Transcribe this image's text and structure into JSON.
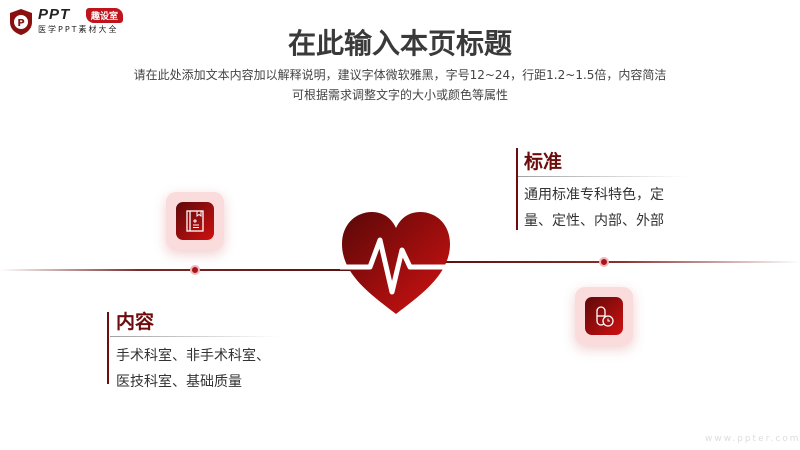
{
  "logo": {
    "brand": "PPT",
    "badge": "趣设室",
    "tagline": "医学PPT素材大全"
  },
  "header": {
    "title": "在此输入本页标题",
    "subtitle_line1": "请在此处添加文本内容加以解释说明，建议字体微软雅黑，字号12~24，行距1.2~1.5倍，内容简洁",
    "subtitle_line2": "可根据需求调整文字的大小或颜色等属性"
  },
  "items": [
    {
      "heading": "内容",
      "line1": "手术科室、非手术科室、",
      "line2": "医技科室、基础质量",
      "icon": "medical-book-icon"
    },
    {
      "heading": "标准",
      "line1": "通用标准专科特色，定",
      "line2": "量、定性、内部、外部",
      "icon": "pill-clock-icon"
    }
  ],
  "watermark": "www.ppter.com",
  "colors": {
    "accent": "#6d0c0c",
    "red": "#c0141c"
  }
}
